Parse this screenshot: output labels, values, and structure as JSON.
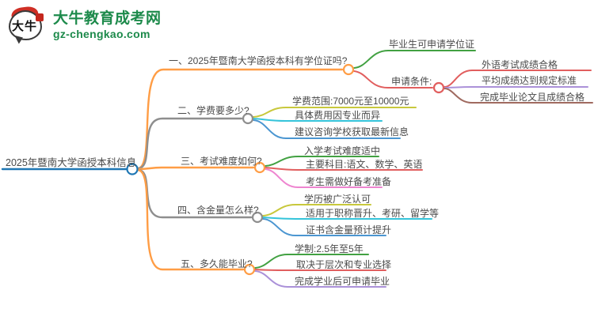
{
  "logo": {
    "icon_text": "大牛",
    "site_name": "大牛教育成考网",
    "site_domain": "gz-chengkao.com",
    "brand_color": "#1d8a4b"
  },
  "mindmap": {
    "root": {
      "label": "2025年暨南大学函授本科信息",
      "color": "#1f77b4"
    },
    "branches": [
      {
        "label": "一、2025年暨南大学函授本科有学位证吗?",
        "color": "#ff9d45",
        "children": [
          {
            "label": "毕业生可申请学位证",
            "color": "#42a142"
          },
          {
            "label": "申请条件:",
            "color": "#e15e5e",
            "children": [
              {
                "label": "外语考试成绩合格",
                "color": "#e15e5e"
              },
              {
                "label": "平均成绩达到规定标准",
                "color": "#ab91d9"
              },
              {
                "label": "完成毕业论文且成绩合格",
                "color": "#a06a60"
              }
            ]
          }
        ]
      },
      {
        "label": "二、学费要多少?",
        "color": "#8e8e8e",
        "children": [
          {
            "label": "学费范围:7000元至10000元",
            "color": "#c8c83c"
          },
          {
            "label": "具体费用因专业而异",
            "color": "#35c4da"
          },
          {
            "label": "建议咨询学校获取最新信息",
            "color": "#4b96d1"
          }
        ]
      },
      {
        "label": "三、考试难度如何?",
        "color": "#ff9d45",
        "children": [
          {
            "label": "入学考试难度适中",
            "color": "#42a142"
          },
          {
            "label": "主要科目:语文、数学、英语",
            "color": "#e15e5e"
          },
          {
            "label": "考生需做好备考准备",
            "color": "#ee85d0"
          }
        ]
      },
      {
        "label": "四、含金量怎么样?",
        "color": "#8e8e8e",
        "children": [
          {
            "label": "学历被广泛认可",
            "color": "#c8c83c"
          },
          {
            "label": "适用于职称晋升、考研、留学等",
            "color": "#35c4da"
          },
          {
            "label": "证书含金量预计提升",
            "color": "#4b96d1"
          }
        ]
      },
      {
        "label": "五、多久能毕业?",
        "color": "#ff9d45",
        "children": [
          {
            "label": "学制:2.5年至5年",
            "color": "#42a142"
          },
          {
            "label": "取决于层次和专业选择",
            "color": "#e15e5e"
          },
          {
            "label": "完成学业后可申请毕业",
            "color": "#ab91d9"
          }
        ]
      }
    ]
  }
}
